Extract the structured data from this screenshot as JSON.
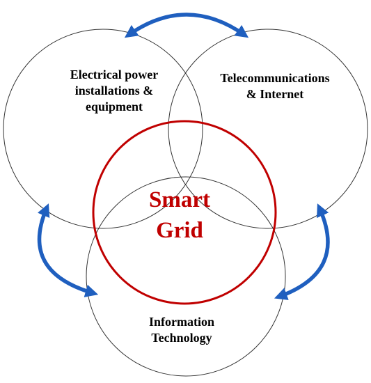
{
  "diagram": {
    "circles": {
      "power": {
        "lines": [
          "Electrical power",
          "installations &",
          "equipment"
        ]
      },
      "telecom": {
        "lines": [
          "Telecommunications",
          "& Internet"
        ]
      },
      "it": {
        "lines": [
          "Information",
          "Technology"
        ]
      },
      "smart_grid": {
        "lines": [
          "Smart",
          "Grid"
        ]
      }
    },
    "colors": {
      "circle_outline": "#333333",
      "smart_grid": "#c00000",
      "arrow": "#1f5fbf"
    }
  }
}
